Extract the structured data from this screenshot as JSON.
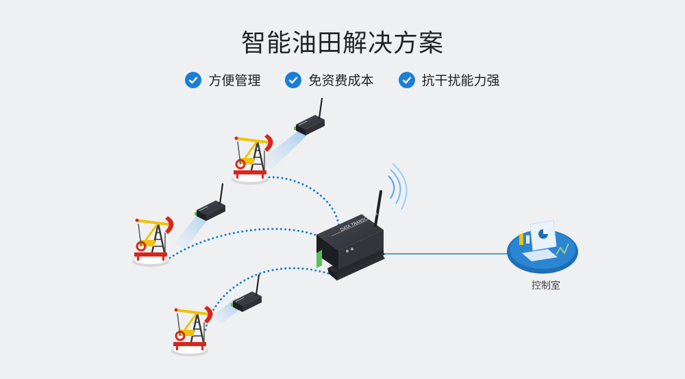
{
  "title": "智能油田解决方案",
  "features": [
    {
      "label": "方便管理",
      "icon": "check-circle-icon"
    },
    {
      "label": "免资费成本",
      "icon": "check-circle-icon"
    },
    {
      "label": "抗干扰能力强",
      "icon": "check-circle-icon"
    }
  ],
  "control_room": {
    "label": "控制室",
    "icon": "control-room-icon"
  },
  "device_label": "DATA TRANSCEIVER",
  "colors": {
    "accent": "#1a7fd4",
    "link_dots": "#1a7fd4",
    "background": "#eff0f2"
  }
}
